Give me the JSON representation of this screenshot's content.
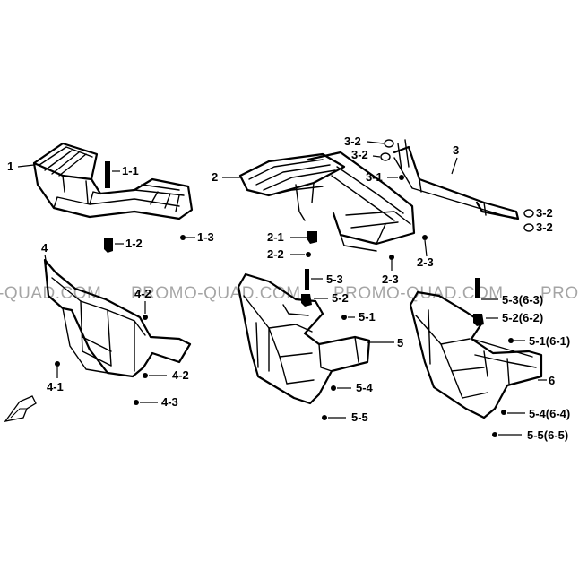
{
  "watermark": {
    "segments": [
      "-QUAD.COM",
      "PROMO-QUAD.COM",
      "PROMO-QUAD.COM",
      "PRO"
    ]
  },
  "labels": {
    "l1": "1",
    "l1_1": "1-1",
    "l1_2": "1-2",
    "l1_3": "1-3",
    "l2": "2",
    "l2_1": "2-1",
    "l2_2": "2-2",
    "l2_3a": "2-3",
    "l2_3b": "2-3",
    "l3": "3",
    "l3_1": "3-1",
    "l3_2a": "3-2",
    "l3_2b": "3-2",
    "l3_2c": "3-2",
    "l3_2d": "3-2",
    "l4": "4",
    "l4_1": "4-1",
    "l4_2a": "4-2",
    "l4_2b": "4-2",
    "l4_3": "4-3",
    "l5": "5",
    "l5_1": "5-1",
    "l5_2": "5-2",
    "l5_3": "5-3",
    "l5_4": "5-4",
    "l5_5": "5-5",
    "l6": "6",
    "l6_1": "5-1(6-1)",
    "l6_2": "5-2(6-2)",
    "l6_3": "5-3(6-3)",
    "l6_4": "5-4(6-4)",
    "l6_5": "5-5(6-5)"
  }
}
